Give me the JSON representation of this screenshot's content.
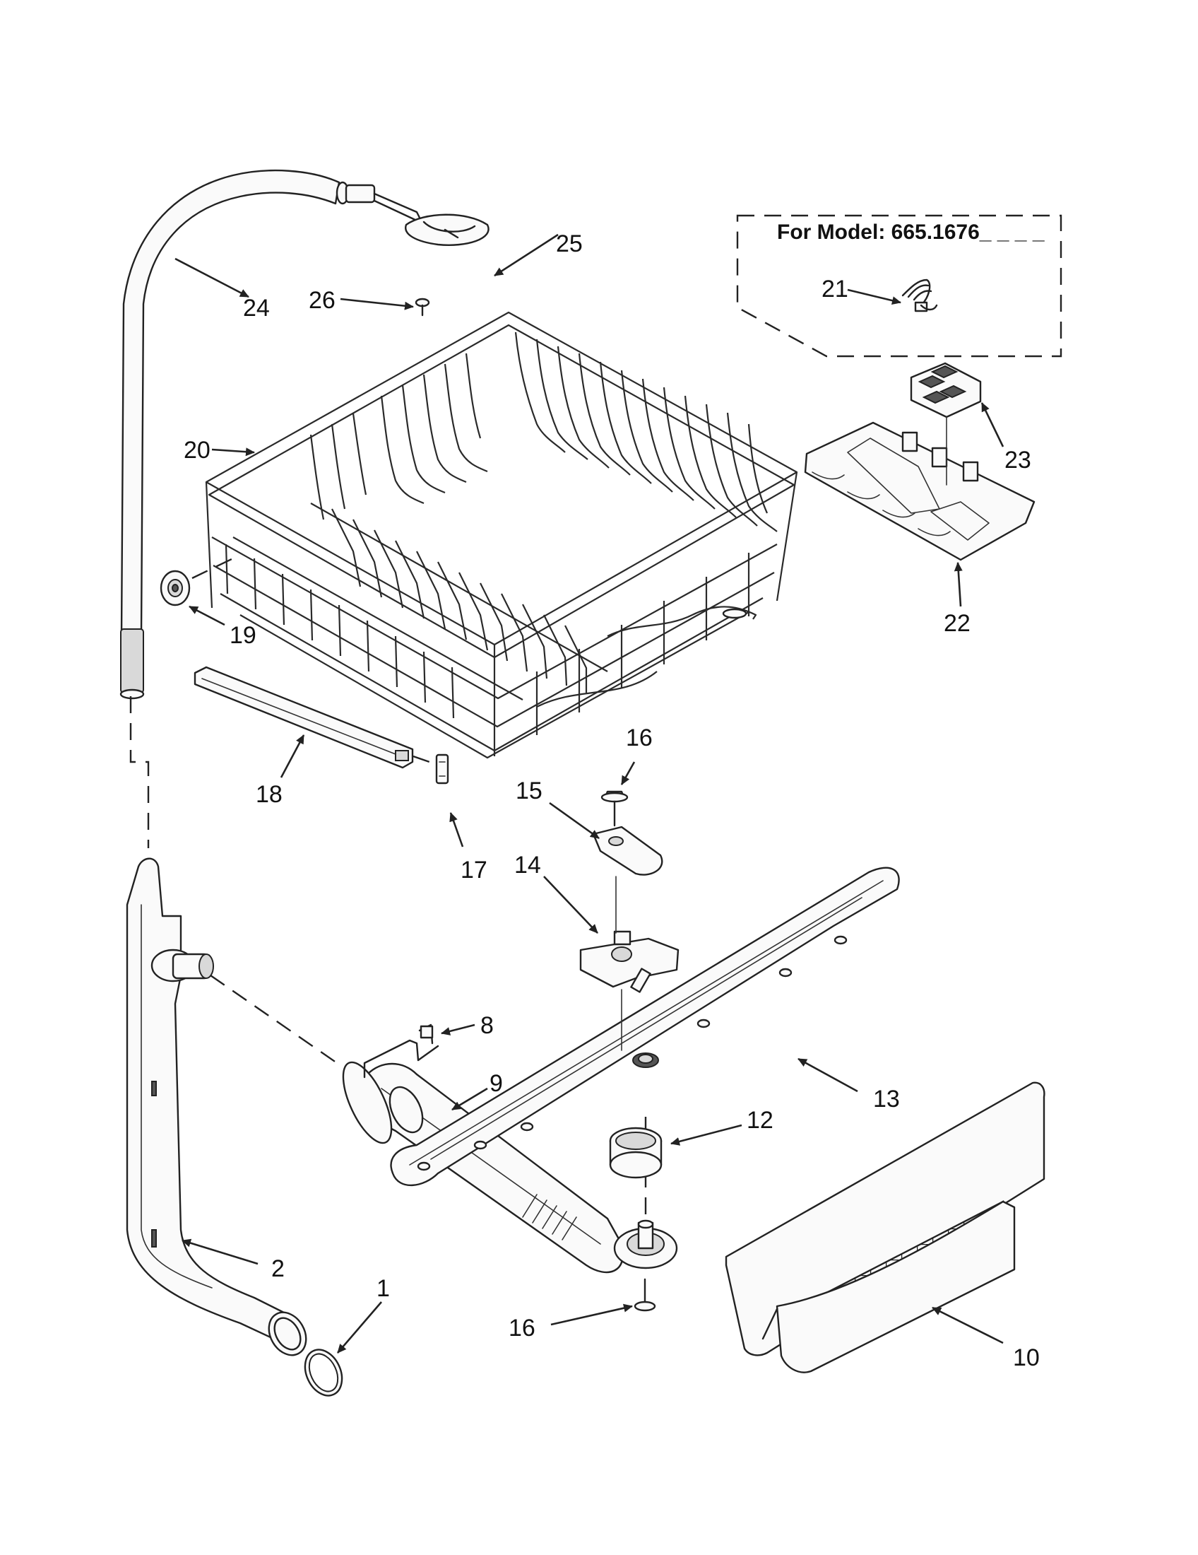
{
  "model_box": {
    "text": "For Model: 665.1676_ _ _ _"
  },
  "labels": {
    "p1": "1",
    "p2": "2",
    "p8": "8",
    "p9": "9",
    "p10": "10",
    "p12": "12",
    "p13": "13",
    "p14": "14",
    "p15": "15",
    "p16a": "16",
    "p16b": "16",
    "p17": "17",
    "p18": "18",
    "p19": "19",
    "p20": "20",
    "p21": "21",
    "p22": "22",
    "p23": "23",
    "p24": "24",
    "p25": "25",
    "p26": "26"
  }
}
